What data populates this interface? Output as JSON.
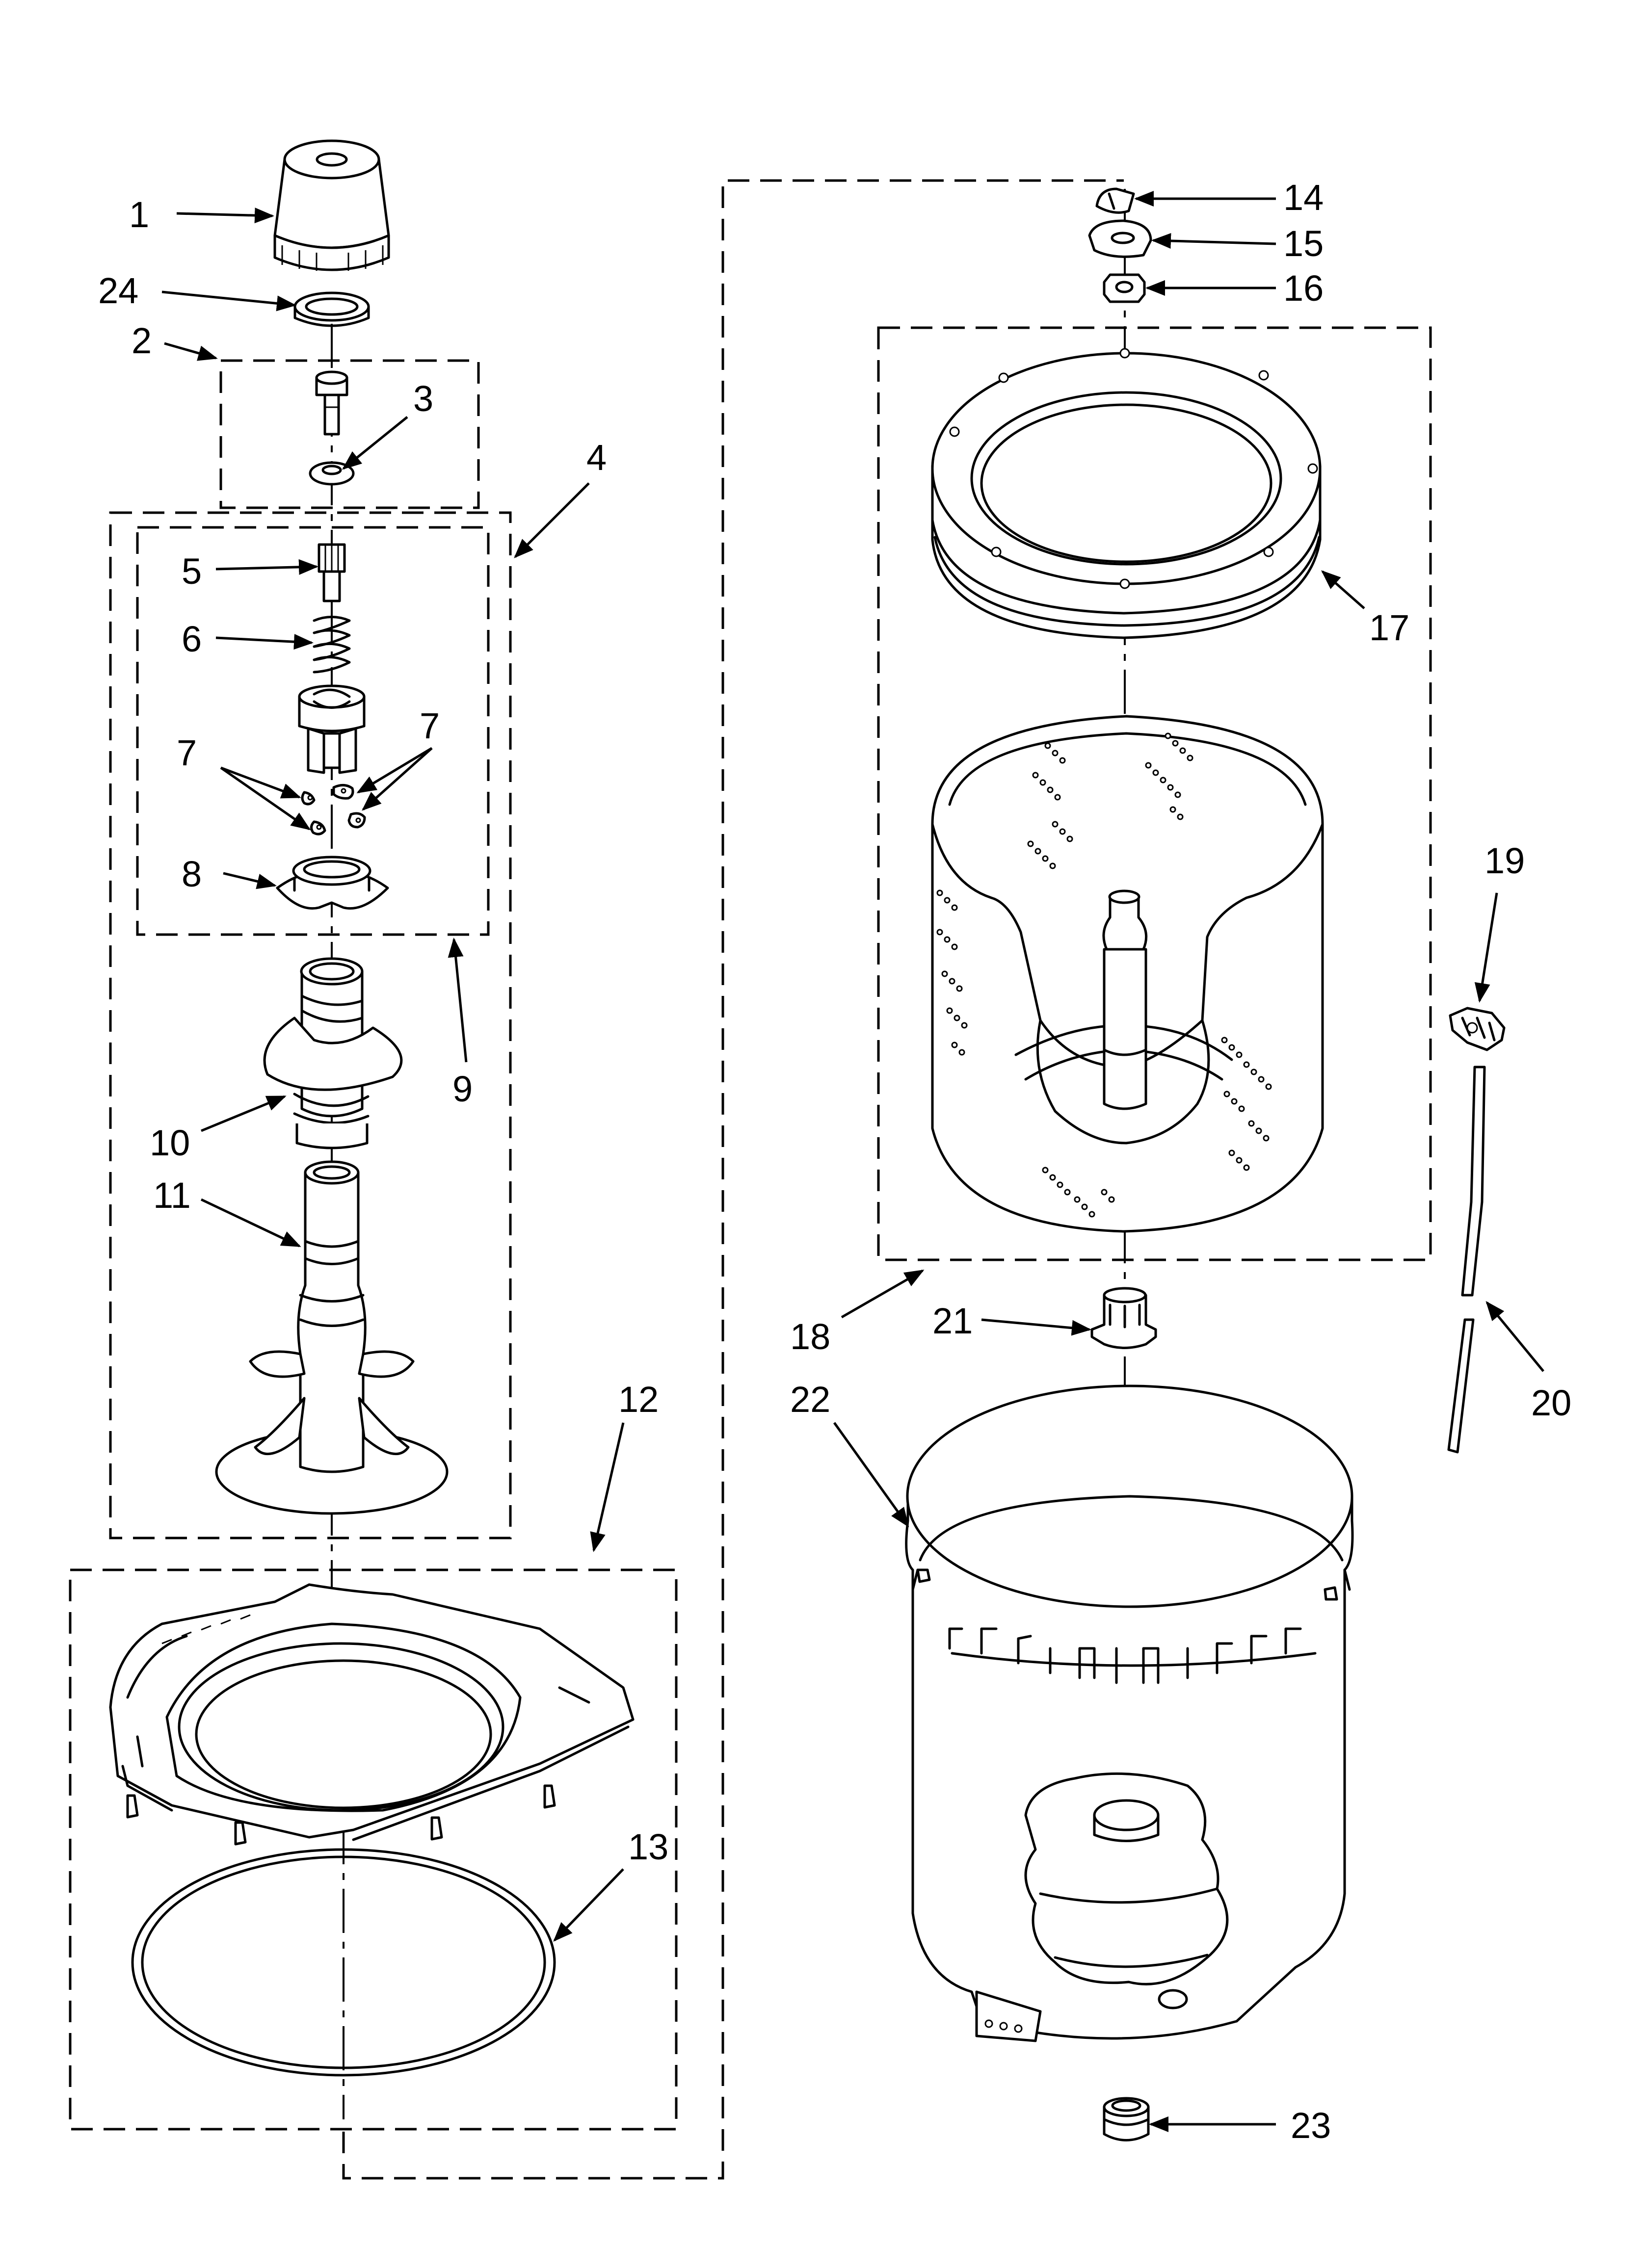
{
  "callouts": {
    "c1": "1",
    "c2": "2",
    "c3": "3",
    "c4": "4",
    "c5": "5",
    "c6": "6",
    "c7a": "7",
    "c7b": "7",
    "c8": "8",
    "c9": "9",
    "c10": "10",
    "c11": "11",
    "c12": "12",
    "c13": "13",
    "c14": "14",
    "c15": "15",
    "c16": "16",
    "c17": "17",
    "c18": "18",
    "c19": "19",
    "c20": "20",
    "c21": "21",
    "c22": "22",
    "c23": "23",
    "c24": "24"
  }
}
